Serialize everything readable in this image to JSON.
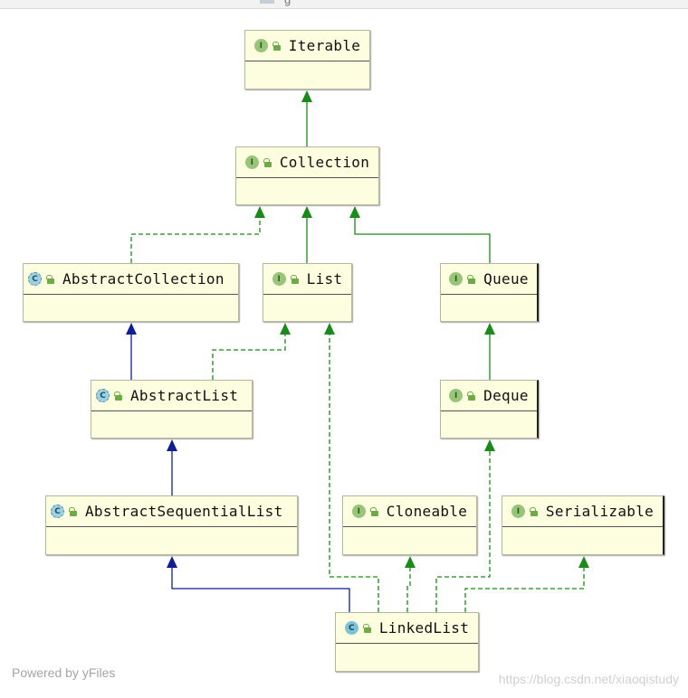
{
  "header": {
    "partial_title": "g"
  },
  "nodes": {
    "iterable": {
      "label": "Iterable",
      "badge": "I"
    },
    "collection": {
      "label": "Collection",
      "badge": "I"
    },
    "abstract_collection": {
      "label": "AbstractCollection",
      "badge": "C"
    },
    "list": {
      "label": "List",
      "badge": "I"
    },
    "queue": {
      "label": "Queue",
      "badge": "I"
    },
    "abstract_list": {
      "label": "AbstractList",
      "badge": "C"
    },
    "deque": {
      "label": "Deque",
      "badge": "I"
    },
    "abstract_sequential_list": {
      "label": "AbstractSequentialList",
      "badge": "C"
    },
    "cloneable": {
      "label": "Cloneable",
      "badge": "I"
    },
    "serializable": {
      "label": "Serializable",
      "badge": "I"
    },
    "linked_list": {
      "label": "LinkedList",
      "badge": "C"
    }
  },
  "edges": [
    {
      "from": "Collection",
      "to": "Iterable",
      "kind": "extends"
    },
    {
      "from": "AbstractCollection",
      "to": "Collection",
      "kind": "implements"
    },
    {
      "from": "List",
      "to": "Collection",
      "kind": "extends"
    },
    {
      "from": "Queue",
      "to": "Collection",
      "kind": "extends"
    },
    {
      "from": "AbstractList",
      "to": "AbstractCollection",
      "kind": "class-extends"
    },
    {
      "from": "AbstractList",
      "to": "List",
      "kind": "implements"
    },
    {
      "from": "Deque",
      "to": "Queue",
      "kind": "extends"
    },
    {
      "from": "AbstractSequentialList",
      "to": "AbstractList",
      "kind": "class-extends"
    },
    {
      "from": "LinkedList",
      "to": "AbstractSequentialList",
      "kind": "class-extends"
    },
    {
      "from": "LinkedList",
      "to": "List",
      "kind": "implements"
    },
    {
      "from": "LinkedList",
      "to": "Cloneable",
      "kind": "implements"
    },
    {
      "from": "LinkedList",
      "to": "Deque",
      "kind": "implements"
    },
    {
      "from": "LinkedList",
      "to": "Serializable",
      "kind": "implements"
    }
  ],
  "colors": {
    "interface_edge": "#1a8a1a",
    "class_edge": "#101e94",
    "node_fill": "#fdfde0",
    "interface_badge": "#97c579",
    "class_badge": "#7cc2d9"
  },
  "footer": {
    "powered_by": "Powered by yFiles",
    "watermark": "https://blog.csdn.net/xiaoqistudy"
  }
}
